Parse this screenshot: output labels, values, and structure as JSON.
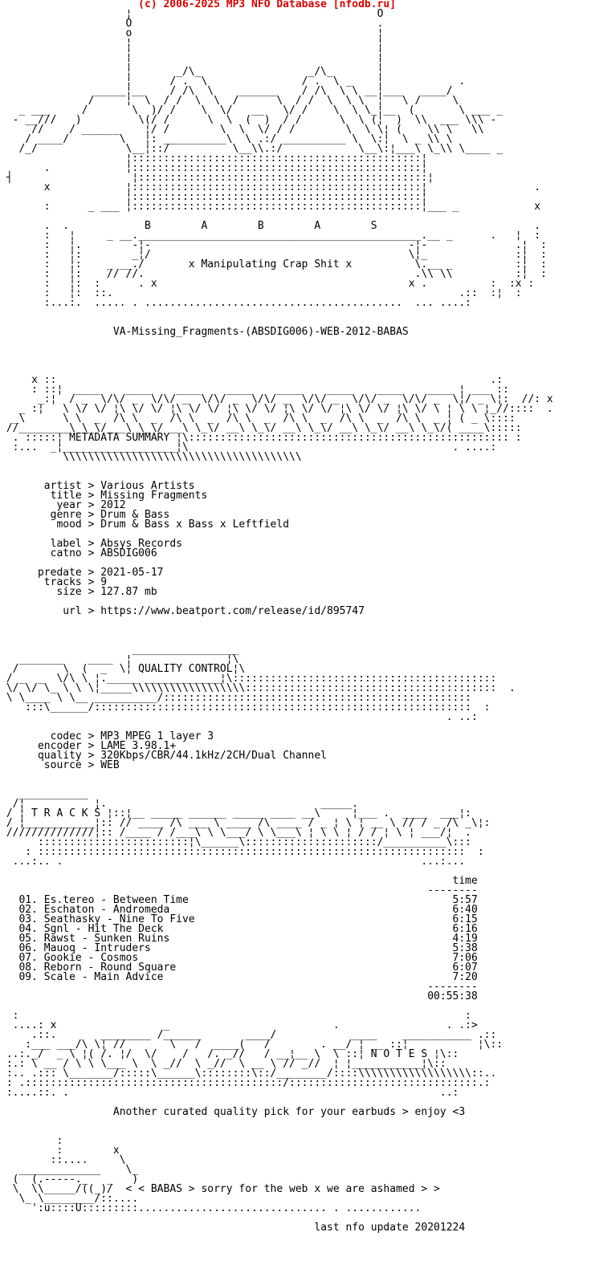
{
  "header": {
    "copyright_line": "(c) 2006-2025 MP3 NFO Database [nfodb.ru]"
  },
  "release": {
    "name": "VA-Missing_Fragments-(ABSDIG006)-WEB-2012-BABAS",
    "group_name": "BABAS",
    "tagline": "x Manipulating Crap Shit x"
  },
  "sections": {
    "metadata": {
      "banner_title": "METADATA SUMMARY",
      "groups": [
        [
          {
            "label": "artist",
            "value": "Various Artists"
          },
          {
            "label": "title",
            "value": "Missing Fragments"
          },
          {
            "label": "year",
            "value": "2012"
          },
          {
            "label": "genre",
            "value": "Drum & Bass"
          },
          {
            "label": "mood",
            "value": "Drum & Bass x Bass x Leftfield"
          }
        ],
        [
          {
            "label": "label",
            "value": "Absys Records"
          },
          {
            "label": "catno",
            "value": "ABSDIG006"
          }
        ],
        [
          {
            "label": "predate",
            "value": "2021-05-17"
          },
          {
            "label": "tracks",
            "value": "9"
          },
          {
            "label": "size",
            "value": "127.87 mb"
          }
        ],
        [
          {
            "label": "url",
            "value": "https://www.beatport.com/release/id/895747"
          }
        ]
      ]
    },
    "quality": {
      "banner_title": "QUALITY CONTROL",
      "fields": [
        {
          "label": "codec",
          "value": "MP3 MPEG 1 layer 3"
        },
        {
          "label": "encoder",
          "value": "LAME 3.98.1+"
        },
        {
          "label": "quality",
          "value": "320Kbps/CBR/44.1kHz/2CH/Dual Channel"
        },
        {
          "label": "source",
          "value": "WEB"
        }
      ]
    },
    "tracks": {
      "banner_title": "T R A C K S",
      "time_header": "time",
      "separator": "--------",
      "list": [
        {
          "num": "01",
          "artist": "Es.tereo",
          "title": "Between Time",
          "time": "5:57"
        },
        {
          "num": "02",
          "artist": "Eschaton",
          "title": "Andromeda",
          "time": "6:40"
        },
        {
          "num": "03",
          "artist": "Seathasky",
          "title": "Nine To Five",
          "time": "6:15"
        },
        {
          "num": "04",
          "artist": "Sgnl",
          "title": "Hit The Deck",
          "time": "6:16"
        },
        {
          "num": "05",
          "artist": "Rawst",
          "title": "Sunken Ruins",
          "time": "4:19"
        },
        {
          "num": "06",
          "artist": "Mauoq",
          "title": "Intruders",
          "time": "5:38"
        },
        {
          "num": "07",
          "artist": "Gookie",
          "title": "Cosmos",
          "time": "7:06"
        },
        {
          "num": "08",
          "artist": "Reborn",
          "title": "Round Square",
          "time": "6:07"
        },
        {
          "num": "09",
          "artist": "Scale",
          "title": "Main Advice",
          "time": "7:20"
        }
      ],
      "total_time": "00:55:38"
    },
    "notes": {
      "banner_title": "N O T E S",
      "text": "Another curated quality pick for your earbuds > enjoy <3"
    },
    "footer": {
      "group_message": "< < BABAS > sorry for the web x we are ashamed > >",
      "last_update": "last nfo update 20201224"
    }
  },
  "colors": {
    "header_red": "#dd0000",
    "text": "#000000",
    "background": "#ffffff"
  },
  "art": {
    "top": [
      "                    ¦                                       O",
      "                    O                                       .",
      "                    o                                       ¦",
      "                    ¦                                       ¦",
      "                    ¦                                       ¦",
      "                    ¦                                       ¦",
      "                    ¦       _/\\_                 _/\\_       ¦",
      "                    ¦      / .  \\               / .  \\ _    ¦            .",
      "               _____¦__    / /\\  \\    ______    / /\\  \\ \\ __¦___   ____/",
      "              /     ¦  \\  / /  \\  \\  /      \\  / /  \\  \\ \\  ¦   \\ /     \\",
      "   _ ___     /       \\  )/ /    \\  \\/   __   \\/ /    \\  \\ \\_¦__  (       \\ ___ _",
      "  - __///   )         \\(/ /      \\  \\  (  )  / /      \\  \\ (¦  )  \\\\  ___ \\\\\\ -",
      "     //    / ______    ¦/ /        \\  \\  \\/ / /        \\  \\ \\¦ (    \\\\ \\   \\\\",
      "    / ____/        \\   ¦: __________\\  \\ .:/ __________ \\  \\:¦  \\ _ \\\\ \\",
      "   /_/              \\__¦::/          \\__\\\\.:/            \\__\\:¦___\\ \\_\\\\ \\____ _",
      "                    ¦::::::::::::::::::::::::::::::::::::::::::::::¦",
      "       .            ¦::::::::::::::::::::::::::::::::::::::::::::::¦",
      " ┤                   ¦::::::::::::::::::::::::::::::::::::::::::::::¦",
      "       x            ¦::::::::::::::::::::::::::::::::::::::::::::::¦                 .",
      "                    ¦::::::::::::::::::::::::::::::::::::::::::::::¦",
      "       :      _ ___ ¦::::::::::::::::::::::::::::::::::::::::::::::¦___ _            x",
      "",
      "       .  .            B        A        B        A        S                         .",
      "       :   ¦     _ __._____________________________________________.__ _      .   ¦  :",
      "       :   ¦.        -¦-                                         -¦-              .¦  :",
      "       :   ¦:        _¦/                                         \\¦_              :¦  :",
      "       :   ¦:    _ __./       x Manipulating Crap Shit x          \\.__ _          :¦  :",
      "       :   ¦:    // //.                                           .\\\\ \\\\          :¦  :",
      "       :   ¦:  :      . x                                        x .          :  :x :",
      "       :   ¦:  ::.                                                       .::  :¦  :",
      "       :...:.  ..... . .........................................  ... ....:"
    ],
    "metadata_banner": [
      "     x ::                                                                     .:",
      "     : ::¦  ____    ____    ____    ____    ____    ____    ____    ____ ¦ ___ ::",
      "      _:¦  / _  \\/\\/ _  \\/\\/ _  \\/\\/ _  \\/\\/ _  \\/\\/ _  \\/\\/ _  \\/\\/ _  \\¦/ _ \\¦:  //: x",
      "   _ :¦   \\ \\/ \\/ ¦\\ \\/ \\/ ¦\\ \\/ \\/ ¦\\ \\/ \\/ ¦\\ \\/ \\/ ¦\\ \\/ \\/ ¦\\ \\/ \\ ¦ \\ \\ ¦_//::::  .",
      "  _\\      \\ \\  _  /\\ \\  _  /\\ \\  _  /\\ \\  _  /\\ \\  _  /\\ \\  _  /\\ \\  _ ¦ ( _ \\::::",
      " //________\\ \\_\\/ __\\ \\_\\/ __\\ \\_\\/ __\\ \\_\\/ __\\ \\_\\/ __\\ \\_\\/ __\\ \\_\\/( ____\\:::::",
      "  . :::::¦ METADATA SUMMARY ¦\\::::::::::::::::::::::::::::::::::::::::::::::::::: :",
      "  :...  _¦__________________¦\\                                          . ....:",
      "          \\\\\\\\\\\\\\\\\\\\\\\\\\\\\\\\\\\\\\\\\\\\\\\\\\\\\\\\\\\\\\\\\\\\\\\\\\\\"
    ],
    "quality_banner": [
      "                     _________________",
      "   _______    ____  ¦               ¦\\",
      "  /       \\  (  _  \\¦ QUALITY CONTROL¦\\",
      " / _  _  \\/\\ \\ ¦._____ ____________¦\\::::::::::::::::::::::::::::::::::::::::::",
      " \\/ \\/ \\_ \\ \\ \\¦_____\\\\\\\\\\\\\\\\\\\\\\\\\\\\\\\\\\\\::::::::::::::::::::::::::::::::::::::::  .",
      " \\ \\____ \\ \\__ __________/:::::::::::::::::::::::::::::::::::::::::::::::::",
      "    :::\\______/::::::::::::::::::::::::::::::::::::::::::::::::::::::::::::  :",
      "                                                                       . ..:"
    ],
    "tracks_banner": [
      "   ___________",
      "  /¦           ¦.                                  _____.",
      " / ¦ T R A C K S ¦::¦__ _____ ______ _____ ____ __\\     ¦___ .  ____  ___¦:",
      " / ¦___________¦:: // ____ /\\ ___ \\ ____ /\\ ____ / _ ¦ \\ ¦ __ \\ // / _ /\\ _\\¦:",
      " //////////////¦:: /____ / /___\\ \\ \\___/ \\ \\___\\ ¦ \\ \\ ¦ / / ¦ \\ ¦ ___/¦  .",
      "      ::::::::::::::::::::::::¦\\______\\:::::::::::::::::::::/__________\\:::",
      "    : ::::::::::::::::::::::::::::::::::::::::::::::::::::::::::::::::::::  :",
      "  ...:.. .                                                         ...:..."
    ],
    "notes_banner": [
      "  :                                                                       :",
      "  ....: x                 _                          .                 . .:>",
      "     .::.       ________ /______       ____/            ____    ___________ .::",
      "    :___ ___/\\ \\¦ //       \\   /  ____(   /        . __/ ¦ __ ::¦           ¦\\::",
      " ..:._/  _ \\ ¦( /. ¦/  \\/    /   /. _//   / __¦__ \\  \\ ::¦ N O T E S ¦\\::",
      " :.: \\ __ / \\ \\ \\___ \\  \\ _//  \\ _//  \\ __ \\ // _//  ¦ ¦___________¦\\::",
      " :.. .::: \\_______/:::::\\______\\::::::::\\::/________/::::\\\\\\\\\\\\\\\\\\\\\\\\\\\\\\\\\\\\::..",
      " : .:::::::::::::::::::::::::::::::::::::::::/::::::::::::::::::::::::::::::.:",
      " :....::. .                                                           ..:"
    ],
    "footer": [
      "         :",
      "         :        x",
      "        ::....     \\",
      "   _____________    \\_",
      "  (  (.-----._   _   )",
      "  \\  \\\\_____/((_)/  < < BABAS > sorry for the web x we are ashamed > >",
      "   \\_ \\________/::....",
      "     ':u::::U:::::::::.............................. . ............"
    ]
  }
}
